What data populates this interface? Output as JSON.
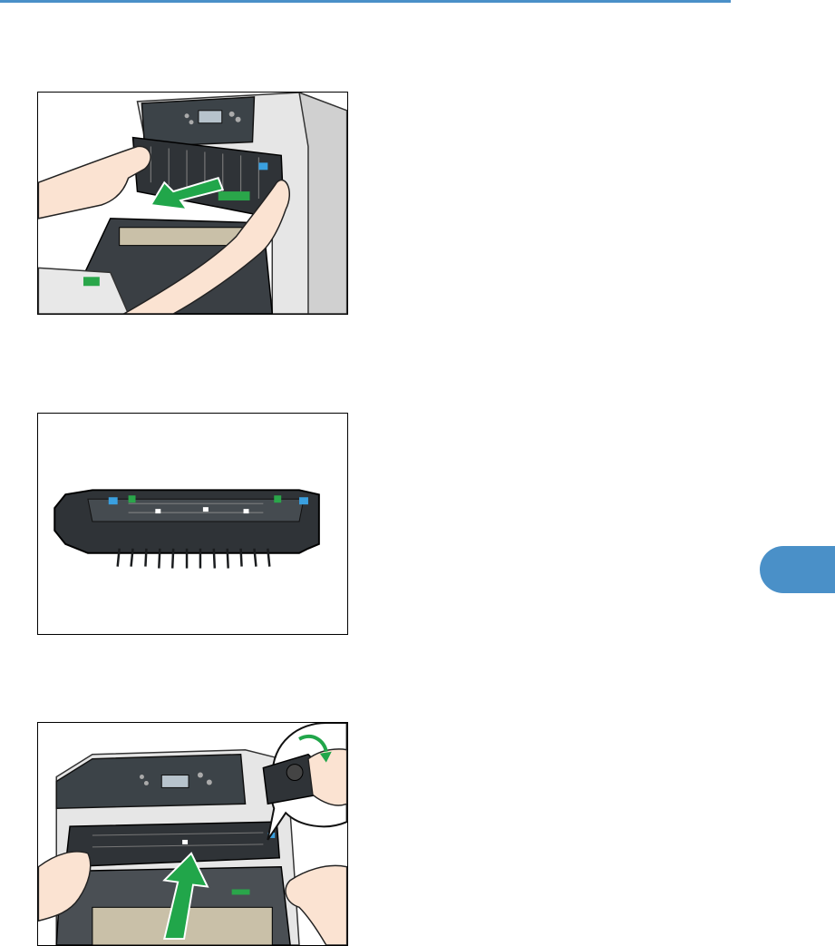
{
  "page": {
    "accent_color": "#4a90c8",
    "figures": [
      {
        "icon": "printer-pull-out-fusing-unit-illustration",
        "arrow_color": "#21a64a"
      },
      {
        "icon": "fusing-unit-illustration",
        "clip_color": "#3aa0e0"
      },
      {
        "icon": "printer-insert-fusing-unit-illustration",
        "arrow_color": "#21a64a"
      }
    ],
    "chapter_tab": {
      "color": "#4a90c8"
    }
  }
}
